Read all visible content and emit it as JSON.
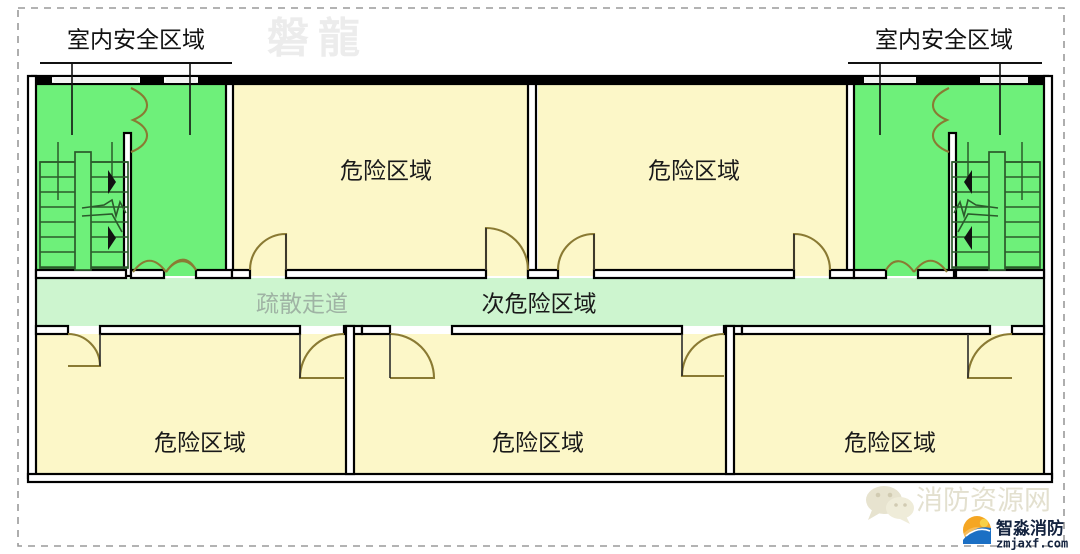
{
  "diagram": {
    "title_watermark": "磐龍",
    "border": {
      "style": "dashed",
      "color": "#9a9a9a"
    }
  },
  "colors": {
    "safe_zone": "#6ef07a",
    "danger_zone": "#fcf7c8",
    "corridor": "#cdf5cf",
    "wall_stroke": "#000000",
    "wall_fill": "#ffffff",
    "door_swing": "#8a7a33",
    "callout_line": "#111111",
    "dashed_border": "#9a9a9a"
  },
  "callouts": [
    {
      "id": "left-safe-callout",
      "label": "室内安全区域"
    },
    {
      "id": "right-safe-callout",
      "label": "室内安全区域"
    }
  ],
  "zones": {
    "safe": [
      {
        "id": "safe-left",
        "label": ""
      },
      {
        "id": "safe-right",
        "label": ""
      }
    ],
    "danger_top": [
      {
        "id": "danger-top-1",
        "label": "危险区域"
      },
      {
        "id": "danger-top-2",
        "label": "危险区域"
      }
    ],
    "danger_bottom": [
      {
        "id": "danger-bottom-1",
        "label": "危险区域"
      },
      {
        "id": "danger-bottom-2",
        "label": "危险区域"
      },
      {
        "id": "danger-bottom-3",
        "label": "危险区域"
      }
    ],
    "corridor": {
      "id": "corridor",
      "label_left": "疏散走道",
      "label_right": "次危险区域"
    }
  },
  "watermarks": {
    "wechat_text": "消防资源网",
    "brand_text": "智淼消防",
    "brand_url": "zmjaxf.com"
  }
}
